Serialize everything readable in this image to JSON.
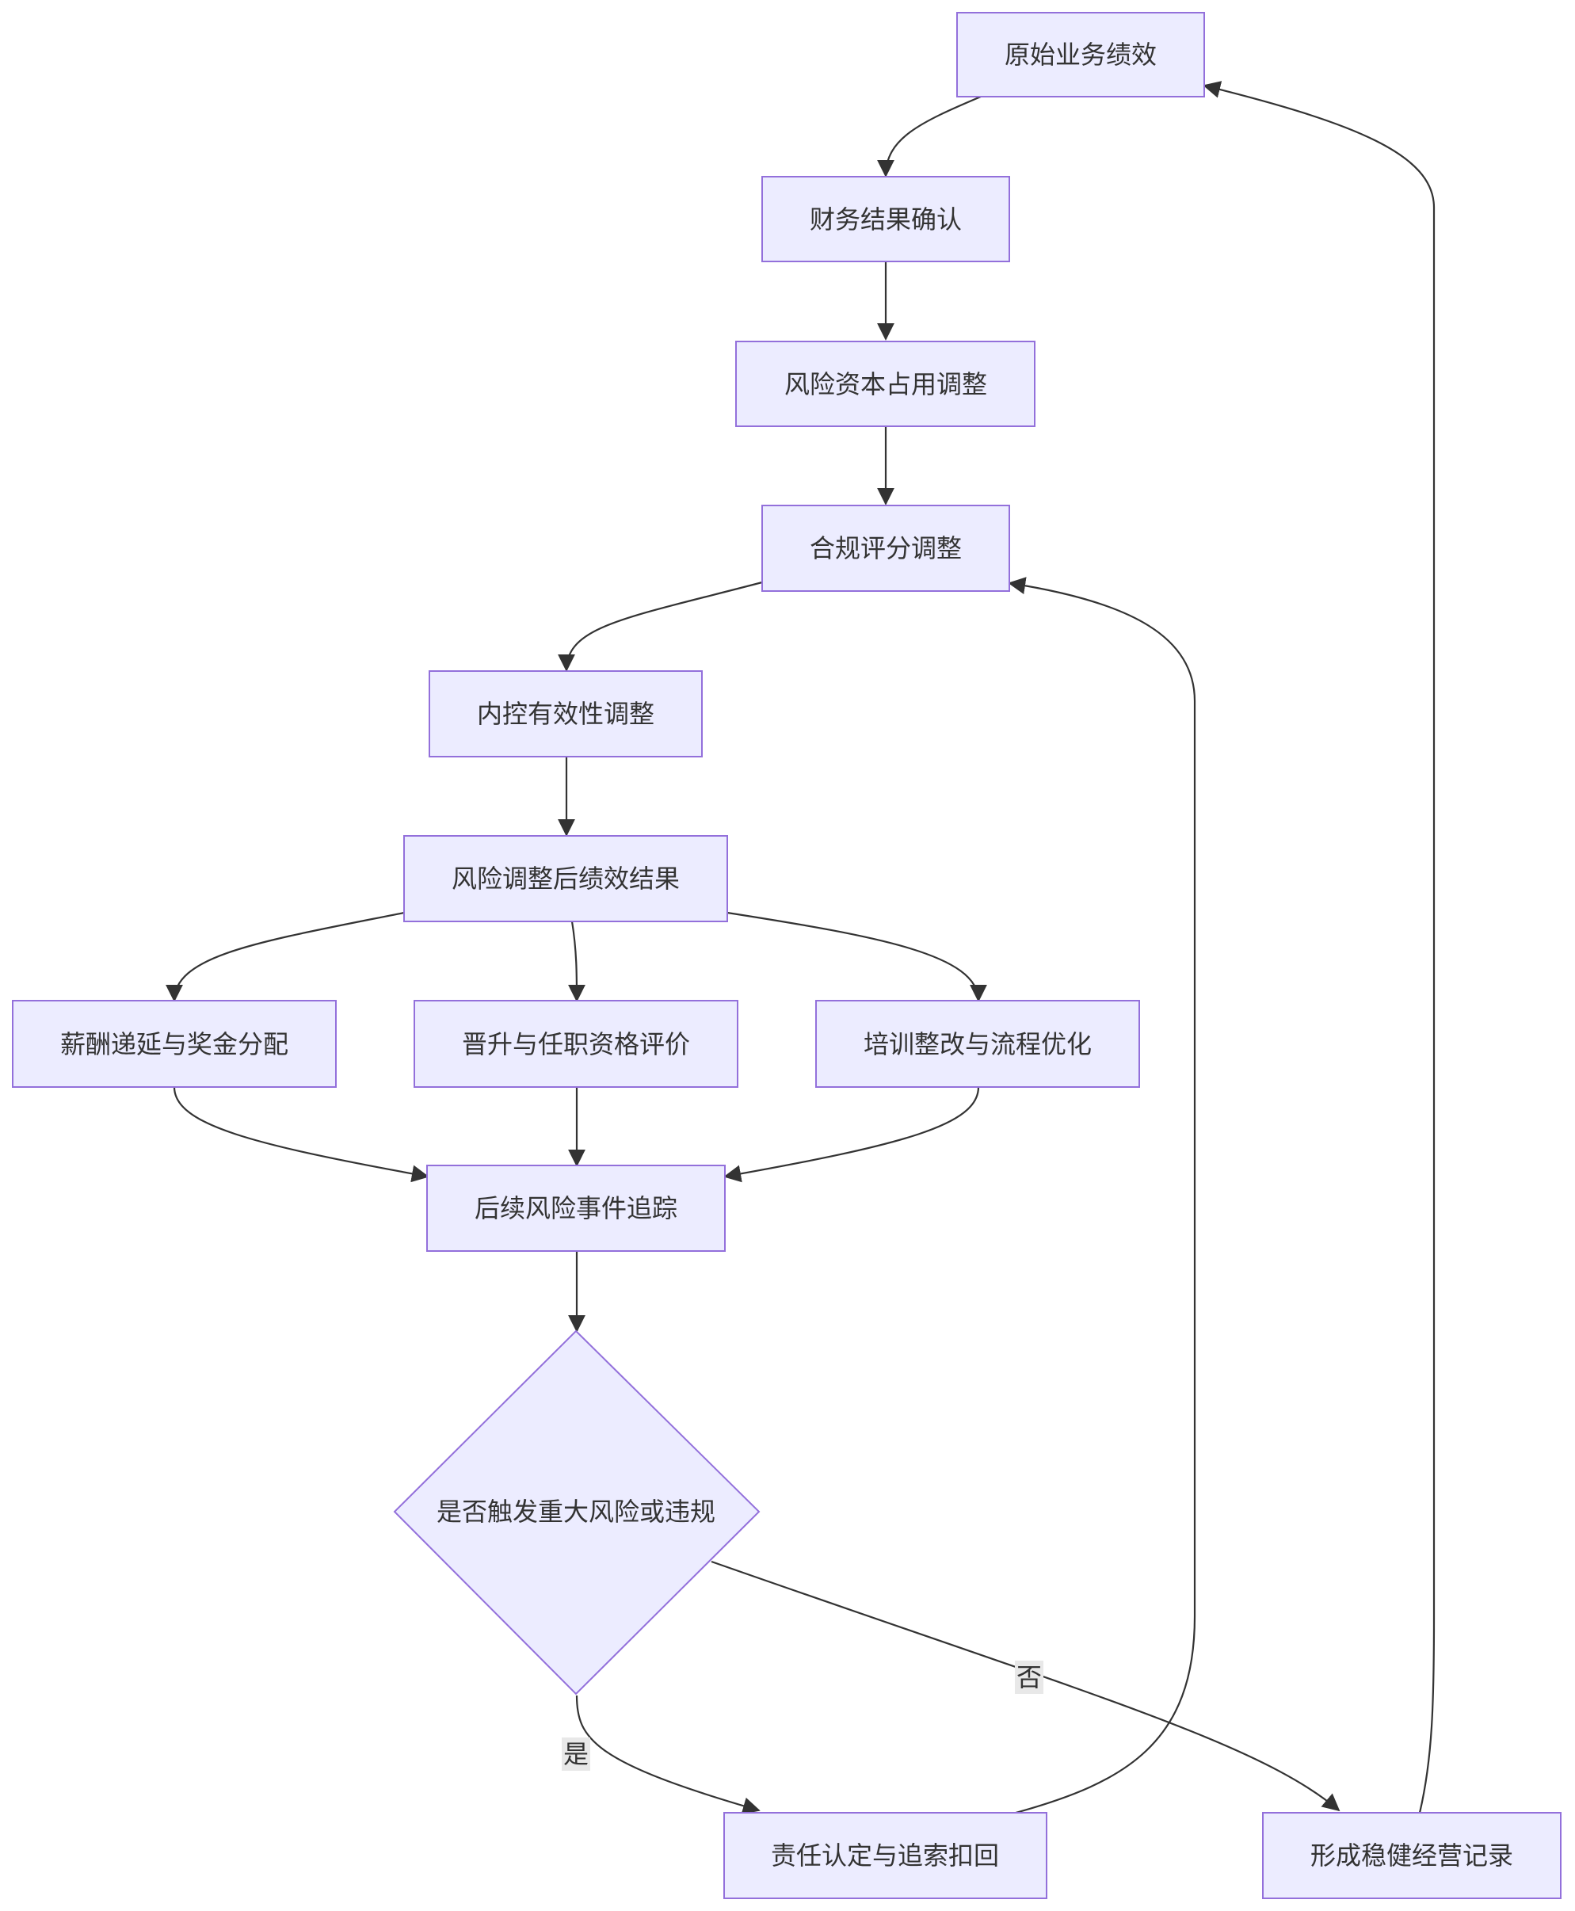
{
  "nodes": {
    "n1": "原始业务绩效",
    "n2": "财务结果确认",
    "n3": "风险资本占用调整",
    "n4": "合规评分调整",
    "n5": "内控有效性调整",
    "n6": "风险调整后绩效结果",
    "n7": "薪酬递延与奖金分配",
    "n8": "晋升与任职资格评价",
    "n9": "培训整改与流程优化",
    "n10": "后续风险事件追踪",
    "decision": "是否触发重大风险或违规",
    "n11": "责任认定与追索扣回",
    "n12": "形成稳健经营记录"
  },
  "edge_labels": {
    "yes": "是",
    "no": "否"
  },
  "colors": {
    "node_fill": "#ececff",
    "node_stroke": "#9370db",
    "edge": "#333333",
    "text": "#333333",
    "label_bg": "#e8e8e8"
  }
}
